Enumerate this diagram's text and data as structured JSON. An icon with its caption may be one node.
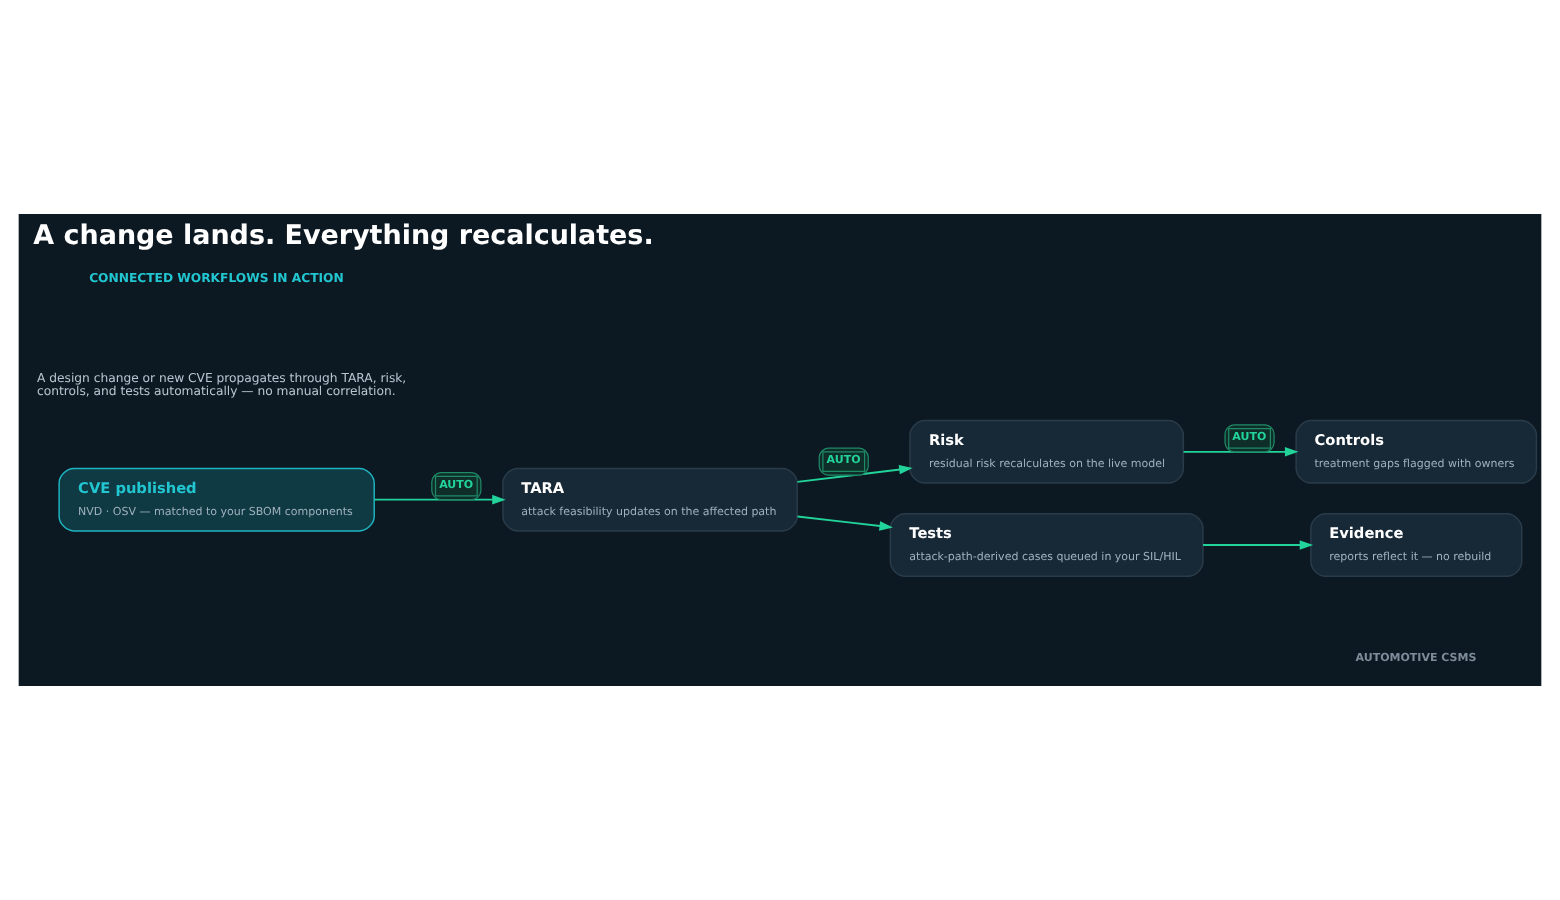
{
  "diagram": {
    "title": "A change lands. Everything recalculates.",
    "nodes": [
      {
        "text": [
          "CVE published",
          "NVD · OSV — matched to your SBOM components"
        ]
      },
      {
        "text": [
          "TARA",
          "attack feasibility updates on the affected path"
        ]
      },
      {
        "text": [
          "Risk",
          "residual risk recalculates on the live model"
        ]
      },
      {
        "text": [
          "Tests",
          "attack-path-derived cases queued in your SIL/HIL"
        ]
      },
      {
        "text": [
          "Controls",
          "treatment gaps flagged with owners"
        ]
      },
      {
        "text": [
          "Evidence",
          "reports reflect it — no rebuild"
        ]
      }
    ],
    "edges": [
      {
        "from": 0,
        "to": 1,
        "arrow": "to",
        "label": "AUTO"
      },
      {
        "from": 1,
        "to": 2,
        "arrow": "to",
        "label": "AUTO"
      },
      {
        "from": 1,
        "to": 3,
        "arrow": "to"
      },
      {
        "from": 2,
        "to": 4,
        "arrow": "to",
        "label": "AUTO"
      },
      {
        "from": 3,
        "to": 5,
        "arrow": "to"
      }
    ],
    "labels": [
      "CONNECTED WORKFLOWS IN ACTION",
      "A design change or new CVE propagates through TARA, risk, controls, and tests automatically — no manual correlation.",
      "AUTOMOTIVE CSMS"
    ]
  }
}
